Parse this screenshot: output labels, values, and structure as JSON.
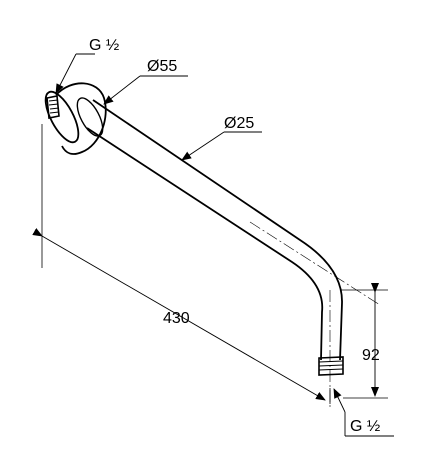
{
  "labels": {
    "inlet_thread": "G ½",
    "flange_diameter": "Ø55",
    "arm_diameter": "Ø25",
    "length": "430",
    "drop": "92",
    "outlet_thread": "G ½"
  }
}
